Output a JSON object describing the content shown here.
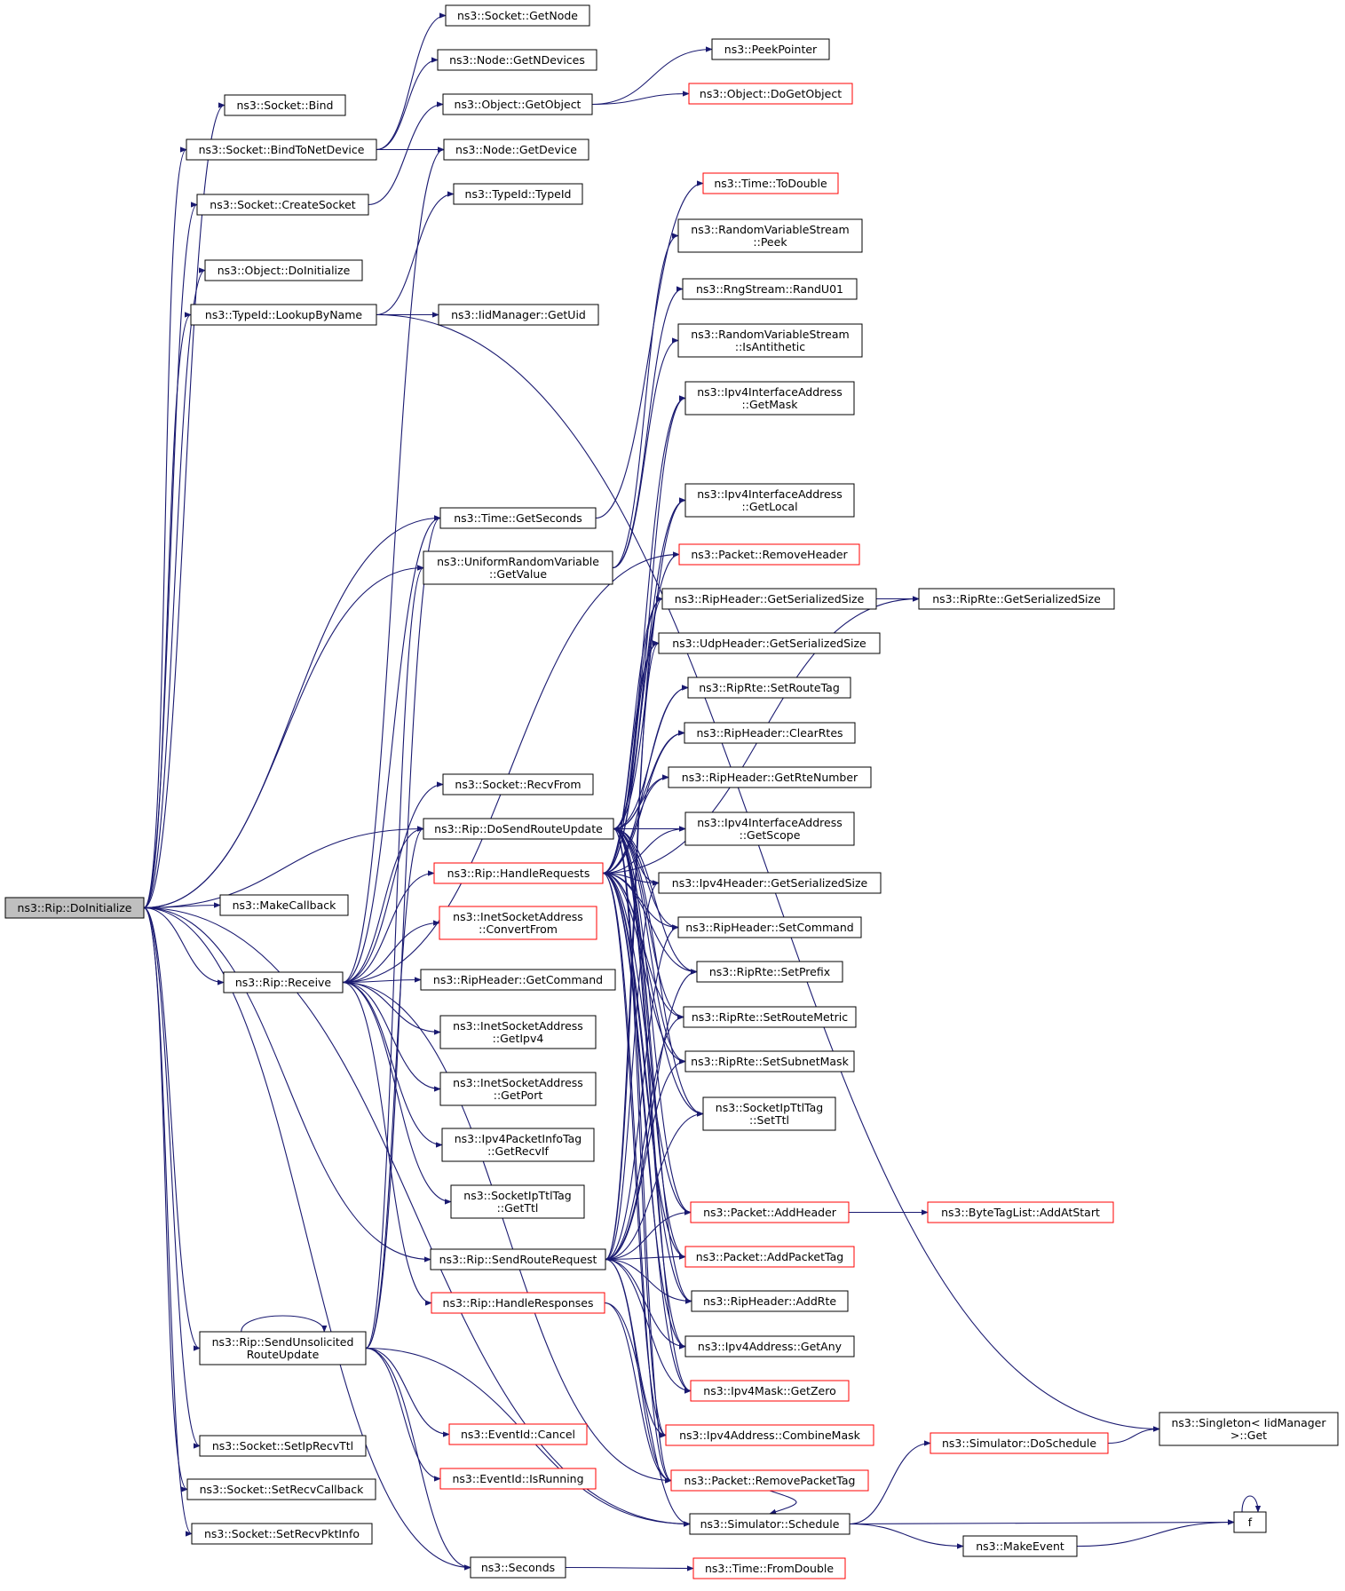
{
  "colors": {
    "edge": "#191970",
    "box_border": "#000000",
    "box_border_incomplete": "#ff0000",
    "root_fill": "#bfbfbf",
    "background": "#ffffff"
  },
  "nodes": [
    {
      "id": "root",
      "lines": [
        "ns3::Rip::DoInitialize"
      ],
      "root": true
    },
    {
      "id": "bind",
      "lines": [
        "ns3::Socket::Bind"
      ]
    },
    {
      "id": "bindtonet",
      "lines": [
        "ns3::Socket::BindToNetDevice"
      ]
    },
    {
      "id": "createsocket",
      "lines": [
        "ns3::Socket::CreateSocket"
      ]
    },
    {
      "id": "doinit",
      "lines": [
        "ns3::Object::DoInitialize"
      ]
    },
    {
      "id": "lookup",
      "lines": [
        "ns3::TypeId::LookupByName"
      ]
    },
    {
      "id": "makecallback",
      "lines": [
        "ns3::MakeCallback"
      ]
    },
    {
      "id": "receive",
      "lines": [
        "ns3::Rip::Receive"
      ]
    },
    {
      "id": "sendunsol",
      "lines": [
        "ns3::Rip::SendUnsolicited",
        "RouteUpdate"
      ]
    },
    {
      "id": "setiprecvttl",
      "lines": [
        "ns3::Socket::SetIpRecvTtl"
      ]
    },
    {
      "id": "setrecvcb",
      "lines": [
        "ns3::Socket::SetRecvCallback"
      ]
    },
    {
      "id": "setrecvpkt",
      "lines": [
        "ns3::Socket::SetRecvPktInfo"
      ]
    },
    {
      "id": "getnode",
      "lines": [
        "ns3::Socket::GetNode"
      ]
    },
    {
      "id": "getndev",
      "lines": [
        "ns3::Node::GetNDevices"
      ]
    },
    {
      "id": "getobject",
      "lines": [
        "ns3::Object::GetObject"
      ]
    },
    {
      "id": "getdevice",
      "lines": [
        "ns3::Node::GetDevice"
      ]
    },
    {
      "id": "typeid",
      "lines": [
        "ns3::TypeId::TypeId"
      ]
    },
    {
      "id": "getuid",
      "lines": [
        "ns3::IidManager::GetUid"
      ]
    },
    {
      "id": "getseconds",
      "lines": [
        "ns3::Time::GetSeconds"
      ]
    },
    {
      "id": "urvgetvalue",
      "lines": [
        "ns3::UniformRandomVariable",
        "::GetValue"
      ]
    },
    {
      "id": "recvfrom",
      "lines": [
        "ns3::Socket::RecvFrom"
      ]
    },
    {
      "id": "dosend",
      "lines": [
        "ns3::Rip::DoSendRouteUpdate"
      ]
    },
    {
      "id": "handlereq",
      "lines": [
        "ns3::Rip::HandleRequests"
      ],
      "red": true
    },
    {
      "id": "convertfrom",
      "lines": [
        "ns3::InetSocketAddress",
        "::ConvertFrom"
      ],
      "red": true
    },
    {
      "id": "ripgetcmd",
      "lines": [
        "ns3::RipHeader::GetCommand"
      ]
    },
    {
      "id": "getipv4",
      "lines": [
        "ns3::InetSocketAddress",
        "::GetIpv4"
      ]
    },
    {
      "id": "getport",
      "lines": [
        "ns3::InetSocketAddress",
        "::GetPort"
      ]
    },
    {
      "id": "getrecvif",
      "lines": [
        "ns3::Ipv4PacketInfoTag",
        "::GetRecvIf"
      ]
    },
    {
      "id": "getttl",
      "lines": [
        "ns3::SocketIpTtlTag",
        "::GetTtl"
      ]
    },
    {
      "id": "sendroutereq",
      "lines": [
        "ns3::Rip::SendRouteRequest"
      ]
    },
    {
      "id": "handleresp",
      "lines": [
        "ns3::Rip::HandleResponses"
      ],
      "red": true
    },
    {
      "id": "evcancel",
      "lines": [
        "ns3::EventId::Cancel"
      ],
      "red": true
    },
    {
      "id": "evisrunning",
      "lines": [
        "ns3::EventId::IsRunning"
      ],
      "red": true
    },
    {
      "id": "seconds",
      "lines": [
        "ns3::Seconds"
      ]
    },
    {
      "id": "peekptr",
      "lines": [
        "ns3::PeekPointer"
      ]
    },
    {
      "id": "dogetobject",
      "lines": [
        "ns3::Object::DoGetObject"
      ],
      "red": true
    },
    {
      "id": "todouble",
      "lines": [
        "ns3::Time::ToDouble"
      ],
      "red": true
    },
    {
      "id": "rvspeek",
      "lines": [
        "ns3::RandomVariableStream",
        "::Peek"
      ]
    },
    {
      "id": "randu01",
      "lines": [
        "ns3::RngStream::RandU01"
      ]
    },
    {
      "id": "isanti",
      "lines": [
        "ns3::RandomVariableStream",
        "::IsAntithetic"
      ]
    },
    {
      "id": "getmask",
      "lines": [
        "ns3::Ipv4InterfaceAddress",
        "::GetMask"
      ]
    },
    {
      "id": "getlocal",
      "lines": [
        "ns3::Ipv4InterfaceAddress",
        "::GetLocal"
      ]
    },
    {
      "id": "removehdr",
      "lines": [
        "ns3::Packet::RemoveHeader"
      ],
      "red": true
    },
    {
      "id": "riphdrsize",
      "lines": [
        "ns3::RipHeader::GetSerializedSize"
      ]
    },
    {
      "id": "udphdrsize",
      "lines": [
        "ns3::UdpHeader::GetSerializedSize"
      ]
    },
    {
      "id": "setroutetag",
      "lines": [
        "ns3::RipRte::SetRouteTag"
      ]
    },
    {
      "id": "clearrtes",
      "lines": [
        "ns3::RipHeader::ClearRtes"
      ]
    },
    {
      "id": "getrtenum",
      "lines": [
        "ns3::RipHeader::GetRteNumber"
      ]
    },
    {
      "id": "getscope",
      "lines": [
        "ns3::Ipv4InterfaceAddress",
        "::GetScope"
      ]
    },
    {
      "id": "ipv4hdrsize",
      "lines": [
        "ns3::Ipv4Header::GetSerializedSize"
      ]
    },
    {
      "id": "setcommand",
      "lines": [
        "ns3::RipHeader::SetCommand"
      ]
    },
    {
      "id": "setprefix",
      "lines": [
        "ns3::RipRte::SetPrefix"
      ]
    },
    {
      "id": "setroutemetric",
      "lines": [
        "ns3::RipRte::SetRouteMetric"
      ]
    },
    {
      "id": "setsubnetmask",
      "lines": [
        "ns3::RipRte::SetSubnetMask"
      ]
    },
    {
      "id": "setttl",
      "lines": [
        "ns3::SocketIpTtlTag",
        "::SetTtl"
      ]
    },
    {
      "id": "addheader",
      "lines": [
        "ns3::Packet::AddHeader"
      ],
      "red": true
    },
    {
      "id": "addpackettag",
      "lines": [
        "ns3::Packet::AddPacketTag"
      ],
      "red": true
    },
    {
      "id": "addrte",
      "lines": [
        "ns3::RipHeader::AddRte"
      ]
    },
    {
      "id": "getany",
      "lines": [
        "ns3::Ipv4Address::GetAny"
      ]
    },
    {
      "id": "getzero",
      "lines": [
        "ns3::Ipv4Mask::GetZero"
      ],
      "red": true
    },
    {
      "id": "combinemask",
      "lines": [
        "ns3::Ipv4Address::CombineMask"
      ],
      "red": true
    },
    {
      "id": "removepkttag",
      "lines": [
        "ns3::Packet::RemovePacketTag"
      ],
      "red": true
    },
    {
      "id": "schedule",
      "lines": [
        "ns3::Simulator::Schedule"
      ]
    },
    {
      "id": "fromdouble",
      "lines": [
        "ns3::Time::FromDouble"
      ],
      "red": true
    },
    {
      "id": "rtesize",
      "lines": [
        "ns3::RipRte::GetSerializedSize"
      ]
    },
    {
      "id": "addatstart",
      "lines": [
        "ns3::ByteTagList::AddAtStart"
      ],
      "red": true
    },
    {
      "id": "doschedule",
      "lines": [
        "ns3::Simulator::DoSchedule"
      ],
      "red": true
    },
    {
      "id": "makeevent",
      "lines": [
        "ns3::MakeEvent"
      ]
    },
    {
      "id": "singleton",
      "lines": [
        "ns3::Singleton< IidManager",
        " >::Get"
      ]
    },
    {
      "id": "f",
      "lines": [
        "f"
      ]
    }
  ],
  "edges": [
    [
      "root",
      "bind"
    ],
    [
      "root",
      "bindtonet"
    ],
    [
      "root",
      "createsocket"
    ],
    [
      "root",
      "doinit"
    ],
    [
      "root",
      "lookup"
    ],
    [
      "root",
      "makecallback"
    ],
    [
      "root",
      "receive"
    ],
    [
      "root",
      "sendunsol"
    ],
    [
      "root",
      "setiprecvttl"
    ],
    [
      "root",
      "setrecvcb"
    ],
    [
      "root",
      "setrecvpkt"
    ],
    [
      "root",
      "getseconds"
    ],
    [
      "root",
      "urvgetvalue"
    ],
    [
      "root",
      "dosend"
    ],
    [
      "root",
      "sendroutereq"
    ],
    [
      "root",
      "seconds"
    ],
    [
      "root",
      "schedule"
    ],
    [
      "bindtonet",
      "getnode"
    ],
    [
      "bindtonet",
      "getndev"
    ],
    [
      "bindtonet",
      "getdevice"
    ],
    [
      "createsocket",
      "getobject"
    ],
    [
      "lookup",
      "typeid"
    ],
    [
      "lookup",
      "getuid"
    ],
    [
      "lookup",
      "singleton"
    ],
    [
      "getobject",
      "peekptr"
    ],
    [
      "getobject",
      "dogetobject"
    ],
    [
      "receive",
      "recvfrom"
    ],
    [
      "receive",
      "dosend"
    ],
    [
      "receive",
      "handlereq"
    ],
    [
      "receive",
      "convertfrom"
    ],
    [
      "receive",
      "ripgetcmd"
    ],
    [
      "receive",
      "getipv4"
    ],
    [
      "receive",
      "getport"
    ],
    [
      "receive",
      "getrecvif"
    ],
    [
      "receive",
      "getttl"
    ],
    [
      "receive",
      "handleresp"
    ],
    [
      "receive",
      "getdevice"
    ],
    [
      "receive",
      "getseconds"
    ],
    [
      "receive",
      "removehdr"
    ],
    [
      "receive",
      "removepkttag"
    ],
    [
      "sendunsol",
      "sendunsol"
    ],
    [
      "sendunsol",
      "dosend"
    ],
    [
      "sendunsol",
      "evcancel"
    ],
    [
      "sendunsol",
      "evisrunning"
    ],
    [
      "sendunsol",
      "seconds"
    ],
    [
      "sendunsol",
      "schedule"
    ],
    [
      "sendunsol",
      "urvgetvalue"
    ],
    [
      "sendunsol",
      "getseconds"
    ],
    [
      "getseconds",
      "todouble"
    ],
    [
      "urvgetvalue",
      "rvspeek"
    ],
    [
      "urvgetvalue",
      "randu01"
    ],
    [
      "urvgetvalue",
      "isanti"
    ],
    [
      "dosend",
      "getmask"
    ],
    [
      "dosend",
      "getlocal"
    ],
    [
      "dosend",
      "riphdrsize"
    ],
    [
      "dosend",
      "udphdrsize"
    ],
    [
      "dosend",
      "setroutetag"
    ],
    [
      "dosend",
      "clearrtes"
    ],
    [
      "dosend",
      "getrtenum"
    ],
    [
      "dosend",
      "getscope"
    ],
    [
      "dosend",
      "ipv4hdrsize"
    ],
    [
      "dosend",
      "setcommand"
    ],
    [
      "dosend",
      "setprefix"
    ],
    [
      "dosend",
      "setroutemetric"
    ],
    [
      "dosend",
      "setsubnetmask"
    ],
    [
      "dosend",
      "setttl"
    ],
    [
      "dosend",
      "addheader"
    ],
    [
      "dosend",
      "addpackettag"
    ],
    [
      "dosend",
      "addrte"
    ],
    [
      "dosend",
      "getany"
    ],
    [
      "dosend",
      "getzero"
    ],
    [
      "dosend",
      "combinemask"
    ],
    [
      "dosend",
      "removepkttag"
    ],
    [
      "handlereq",
      "getmask"
    ],
    [
      "handlereq",
      "getlocal"
    ],
    [
      "handlereq",
      "removehdr"
    ],
    [
      "handlereq",
      "riphdrsize"
    ],
    [
      "handlereq",
      "udphdrsize"
    ],
    [
      "handlereq",
      "setroutetag"
    ],
    [
      "handlereq",
      "clearrtes"
    ],
    [
      "handlereq",
      "getrtenum"
    ],
    [
      "handlereq",
      "getscope"
    ],
    [
      "handlereq",
      "ipv4hdrsize"
    ],
    [
      "handlereq",
      "setcommand"
    ],
    [
      "handlereq",
      "setprefix"
    ],
    [
      "handlereq",
      "setroutemetric"
    ],
    [
      "handlereq",
      "setsubnetmask"
    ],
    [
      "handlereq",
      "setttl"
    ],
    [
      "handlereq",
      "addheader"
    ],
    [
      "handlereq",
      "addpackettag"
    ],
    [
      "handlereq",
      "addrte"
    ],
    [
      "handlereq",
      "getany"
    ],
    [
      "handlereq",
      "getzero"
    ],
    [
      "handlereq",
      "combinemask"
    ],
    [
      "handlereq",
      "removepkttag"
    ],
    [
      "handlereq",
      "rtesize"
    ],
    [
      "sendroutereq",
      "addheader"
    ],
    [
      "sendroutereq",
      "addpackettag"
    ],
    [
      "sendroutereq",
      "addrte"
    ],
    [
      "sendroutereq",
      "getany"
    ],
    [
      "sendroutereq",
      "getzero"
    ],
    [
      "sendroutereq",
      "setttl"
    ],
    [
      "sendroutereq",
      "riphdrsize"
    ],
    [
      "sendroutereq",
      "udphdrsize"
    ],
    [
      "sendroutereq",
      "ipv4hdrsize"
    ],
    [
      "sendroutereq",
      "setcommand"
    ],
    [
      "sendroutereq",
      "setprefix"
    ],
    [
      "sendroutereq",
      "setroutemetric"
    ],
    [
      "sendroutereq",
      "setsubnetmask"
    ],
    [
      "sendroutereq",
      "combinemask"
    ],
    [
      "sendroutereq",
      "removepkttag"
    ],
    [
      "handleresp",
      "schedule"
    ],
    [
      "handleresp",
      "removepkttag"
    ],
    [
      "riphdrsize",
      "rtesize"
    ],
    [
      "addheader",
      "addatstart"
    ],
    [
      "seconds",
      "fromdouble"
    ],
    [
      "schedule",
      "doschedule"
    ],
    [
      "schedule",
      "makeevent"
    ],
    [
      "schedule",
      "f"
    ],
    [
      "doschedule",
      "singleton"
    ],
    [
      "makeevent",
      "f"
    ],
    [
      "f",
      "f"
    ],
    [
      "removepkttag",
      "schedule"
    ]
  ]
}
